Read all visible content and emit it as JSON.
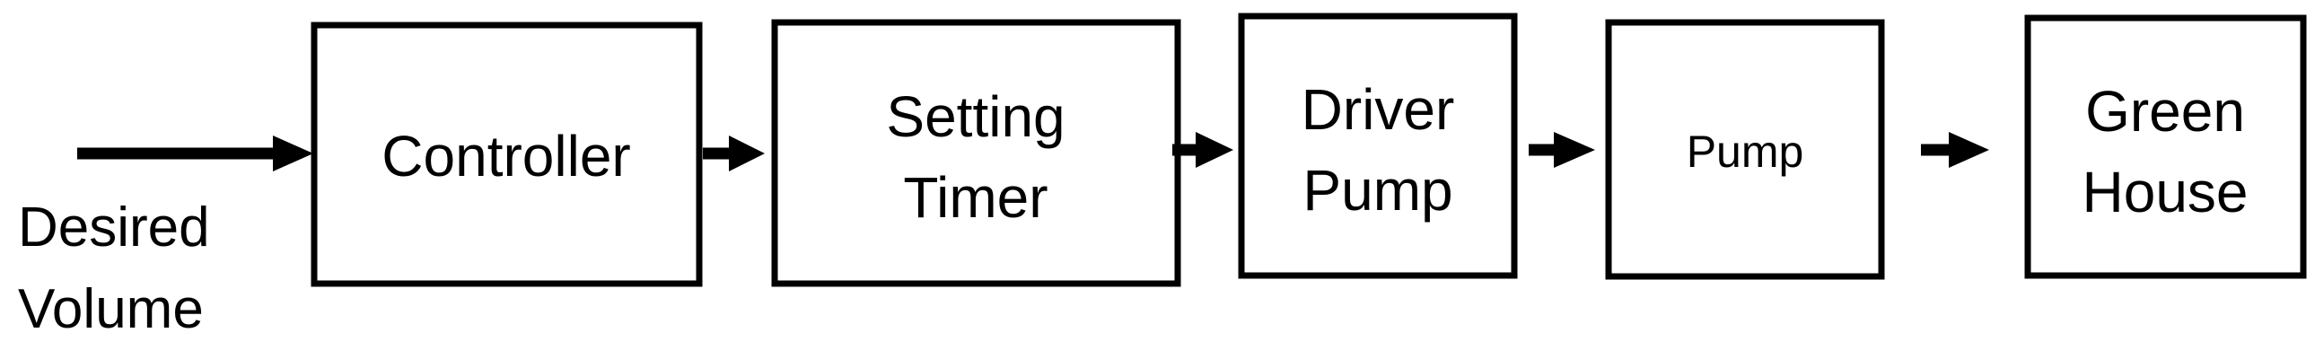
{
  "input": {
    "label_line1": "Desired",
    "label_line2": "Volume"
  },
  "blocks": [
    {
      "id": "controller",
      "lines": [
        "Controller"
      ]
    },
    {
      "id": "setting-timer",
      "lines": [
        "Setting",
        "Timer"
      ]
    },
    {
      "id": "driver-pump",
      "lines": [
        "Driver",
        "Pump"
      ]
    },
    {
      "id": "pump",
      "lines": [
        "Pump"
      ]
    },
    {
      "id": "green-house",
      "lines": [
        "Green",
        "House"
      ]
    }
  ],
  "colors": {
    "stroke": "#000000",
    "background": "#ffffff"
  }
}
